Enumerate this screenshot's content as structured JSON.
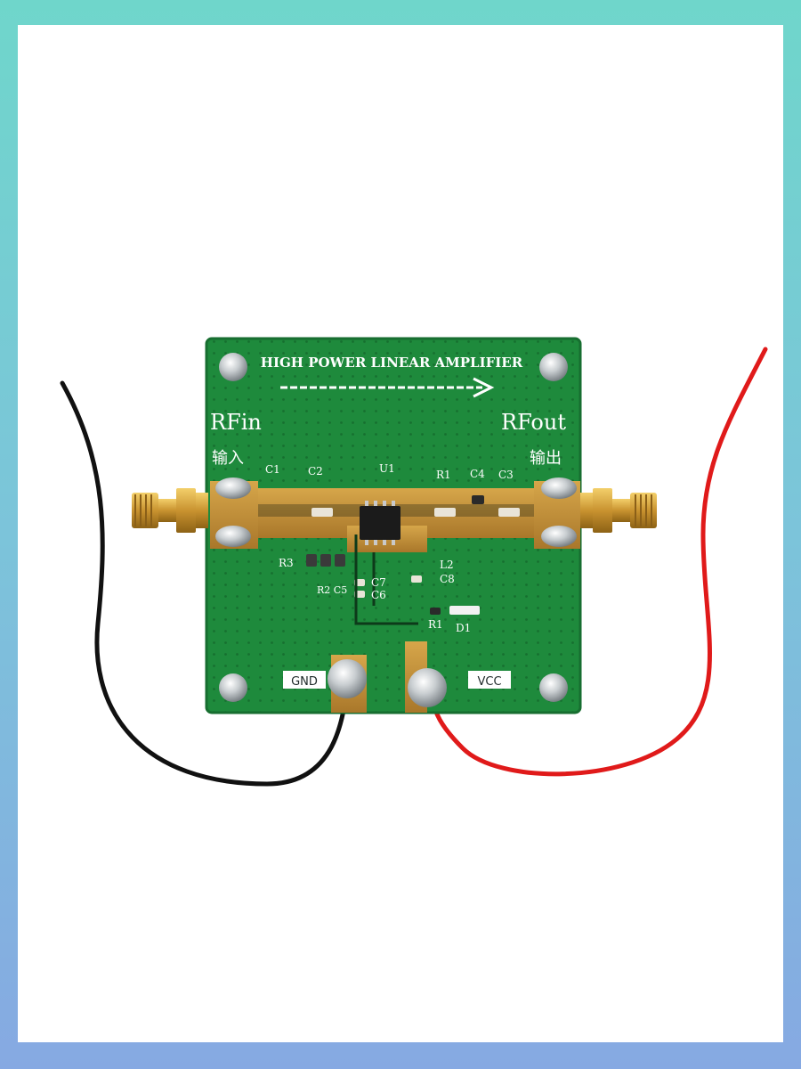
{
  "board": {
    "title": "HIGH POWER LINEAR AMPLIFIER",
    "rf_in": "RFin",
    "rf_in_cn": "输入",
    "rf_out": "RFout",
    "rf_out_cn": "输出",
    "gnd": "GND",
    "vcc": "VCC"
  },
  "components": {
    "c1": "C1",
    "c2": "C2",
    "u1": "U1",
    "r1_top": "R1",
    "c4": "C4",
    "c3": "C3",
    "r3": "R3",
    "r2_c5": "R2 C5",
    "c7": "C7",
    "c6": "C6",
    "l2": "L2",
    "c8": "C8",
    "r1_bottom": "R1",
    "d1": "D1"
  },
  "colors": {
    "pcb_green": "#1e8a3c",
    "copper": "#c8912e",
    "wire_red": "#e01a1a",
    "wire_black": "#111111",
    "connector_gold": "#d9a93a"
  },
  "icons": {
    "arrow": "signal-direction-arrow",
    "screws": "mounting-screw-icon"
  }
}
